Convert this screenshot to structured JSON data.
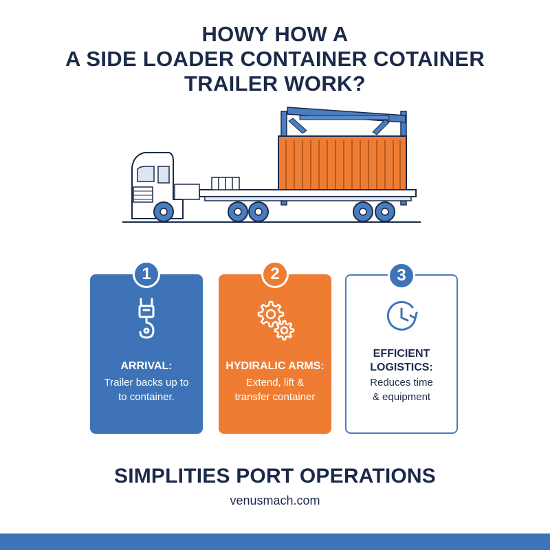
{
  "title": {
    "line1": "HOWY HOW A",
    "line2": "A SIDE LOADER CONTAINER COTAINER",
    "line3": "TRAILER WORK?"
  },
  "illustration": {
    "icon": "side-loader-truck-illustration"
  },
  "steps": [
    {
      "number": "1",
      "icon": "crane-hook-icon",
      "heading": "ARRIVAL:",
      "body_line1": "Trailer backs up to",
      "body_line2": "to container."
    },
    {
      "number": "2",
      "icon": "gears-icon",
      "heading": "HYDIRALIC ARMS:",
      "body_line1": "Extend, lift &",
      "body_line2": "transfer container"
    },
    {
      "number": "3",
      "icon": "clock-icon",
      "heading_line1": "EFFICIENT",
      "heading_line2": "LOGISTICS:",
      "body_line1": "Reduces time",
      "body_line2": "& equipment"
    }
  ],
  "footer": {
    "title": "SIMPLITIES PORT OPERATIONS",
    "url": "venusmach.com"
  },
  "colors": {
    "navy": "#1b2a48",
    "blue": "#3e74b7",
    "orange": "#ee7d33",
    "white": "#ffffff"
  }
}
